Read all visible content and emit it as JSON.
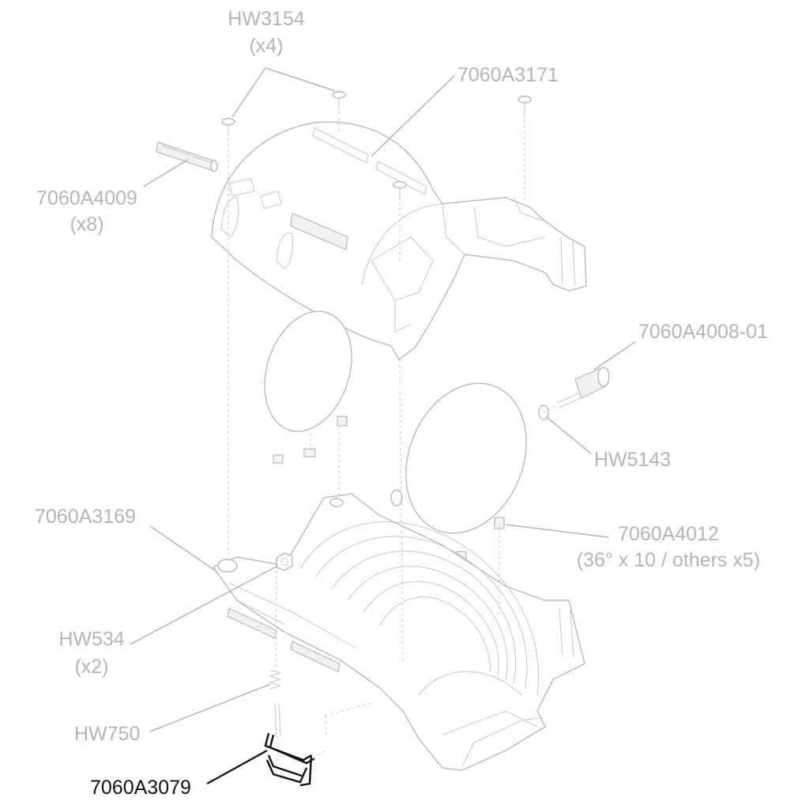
{
  "callouts": [
    {
      "id": "hw3154",
      "lines": [
        "HW3154",
        "(x4)"
      ],
      "highlighted": false
    },
    {
      "id": "upper-housing",
      "lines": [
        "7060A3171"
      ],
      "highlighted": false
    },
    {
      "id": "slide-rail",
      "lines": [
        "7060A4009",
        "(x8)"
      ],
      "highlighted": false
    },
    {
      "id": "knob",
      "lines": [
        "7060A4008-01"
      ],
      "highlighted": false
    },
    {
      "id": "hw5143",
      "lines": [
        "HW5143"
      ],
      "highlighted": false
    },
    {
      "id": "lower-housing",
      "lines": [
        "7060A3169"
      ],
      "highlighted": false
    },
    {
      "id": "clip",
      "lines": [
        "7060A4012",
        "(36° x 10 / others x5)"
      ],
      "highlighted": false
    },
    {
      "id": "hw534",
      "lines": [
        "HW534",
        "(x2)"
      ],
      "highlighted": false
    },
    {
      "id": "hw750",
      "lines": [
        "HW750"
      ],
      "highlighted": false
    },
    {
      "id": "latch",
      "lines": [
        "7060A3079"
      ],
      "highlighted": true
    }
  ],
  "colors": {
    "callout_text": "#b5b5b5",
    "highlight_text": "#111111",
    "linework": "#b9b9b9",
    "background": "#ffffff"
  }
}
